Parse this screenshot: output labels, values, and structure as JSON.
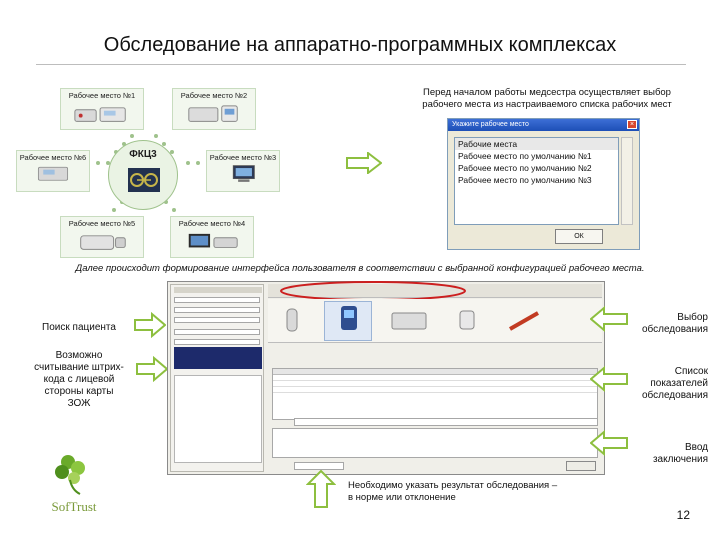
{
  "slide": {
    "title": "Обследование на аппаратно-программных комплексах",
    "page_number": "12"
  },
  "diagram": {
    "hub_label": "ФКЦ3",
    "workstations": [
      {
        "id": "ws1",
        "label": "Рабочее место №1"
      },
      {
        "id": "ws2",
        "label": "Рабочее место №2"
      },
      {
        "id": "ws3",
        "label": "Рабочее место №3"
      },
      {
        "id": "ws4",
        "label": "Рабочее место №4"
      },
      {
        "id": "ws5",
        "label": "Рабочее место №5"
      },
      {
        "id": "ws6",
        "label": "Рабочее место №6"
      }
    ]
  },
  "intro_note": {
    "line1": "Перед началом работы медсестра осуществляет выбор",
    "line2": "рабочего места из настраиваемого списка рабочих мест"
  },
  "select_dialog": {
    "title": "Укажите рабочее место",
    "items": [
      "Рабочие места",
      "Рабочее место по умолчанию №1",
      "Рабочее место по умолчанию №2",
      "Рабочее место по умолчанию №3"
    ],
    "selected_index": 0,
    "ok_label": "ОК"
  },
  "caption": "Далее происходит формирование интерфейса пользователя в соответствии с выбранной конфигурацией рабочего места.",
  "left_labels": {
    "patient_search": "Поиск пациента",
    "barcode_lines": [
      "Возможно",
      "считывание штрих-",
      "кода с лицевой",
      "стороны карты",
      "ЗОЖ"
    ]
  },
  "right_labels": {
    "exam_choice": [
      "Выбор",
      "обследования"
    ],
    "indicator_list": [
      "Список",
      "показателей",
      "обследования"
    ],
    "conclusion": [
      "Ввод",
      "заключения"
    ]
  },
  "bottom_note": {
    "line1": "Необходимо указать результат обследования –",
    "line2": "в норме или отклонение"
  },
  "logo": {
    "text": "SofTrust"
  },
  "colors": {
    "arrow_fill": "#ffffff",
    "arrow_stroke": "#8dbf3f",
    "highlight_ellipse": "#cc1f1f",
    "panel_navy": "#1d2a6b",
    "hub_green": "#9fc28c"
  }
}
